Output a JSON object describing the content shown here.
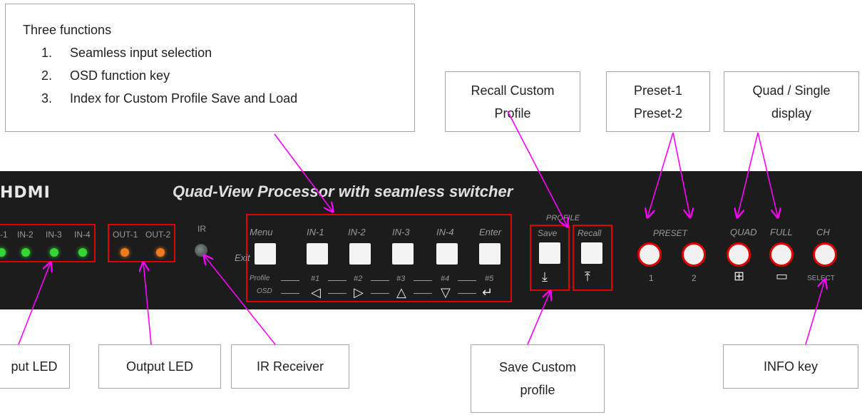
{
  "callouts": {
    "functions": {
      "title": "Three functions",
      "items": [
        {
          "num": "1.",
          "text": "Seamless input selection"
        },
        {
          "num": "2.",
          "text": "OSD function key"
        },
        {
          "num": "3.",
          "text": "Index for Custom Profile Save and Load"
        }
      ]
    },
    "recall": {
      "line1": "Recall Custom",
      "line2": "Profile"
    },
    "preset": {
      "line1": "Preset-1",
      "line2": "Preset-2"
    },
    "quad": {
      "line1": "Quad / Single",
      "line2": "display"
    },
    "input_led": "put LED",
    "output_led": "Output LED",
    "ir_receiver": "IR Receiver",
    "save": {
      "line1": "Save Custom",
      "line2": "profile"
    },
    "info": "INFO key"
  },
  "panel": {
    "brand": "HDMI",
    "title": "Quad-View Processor with seamless switcher",
    "inputs": [
      "-1",
      "IN-2",
      "IN-3",
      "IN-4"
    ],
    "outputs": [
      "OUT-1",
      "OUT-2"
    ],
    "ir_label": "IR",
    "keys": [
      "Menu",
      "IN-1",
      "IN-2",
      "IN-3",
      "IN-4",
      "Enter"
    ],
    "exit_label": "Exit",
    "profile_row_label": "Profile",
    "profile_indexes": [
      "#1",
      "#2",
      "#3",
      "#4",
      "#5"
    ],
    "osd_row_label": "OSD",
    "profile_heading": "PROFILE",
    "save_label": "Save",
    "recall_label": "Recall",
    "preset_label": "PRESET",
    "preset_nums": [
      "1",
      "2"
    ],
    "quad_label": "QUAD",
    "full_label": "FULL",
    "ch_label": "CH",
    "select_label": "SELECT"
  },
  "colors": {
    "panel": "#1c1c1c",
    "highlight": "#e00000",
    "arrow": "#ff00ff",
    "led_in": "#33d633",
    "led_out": "#f07a1e"
  }
}
